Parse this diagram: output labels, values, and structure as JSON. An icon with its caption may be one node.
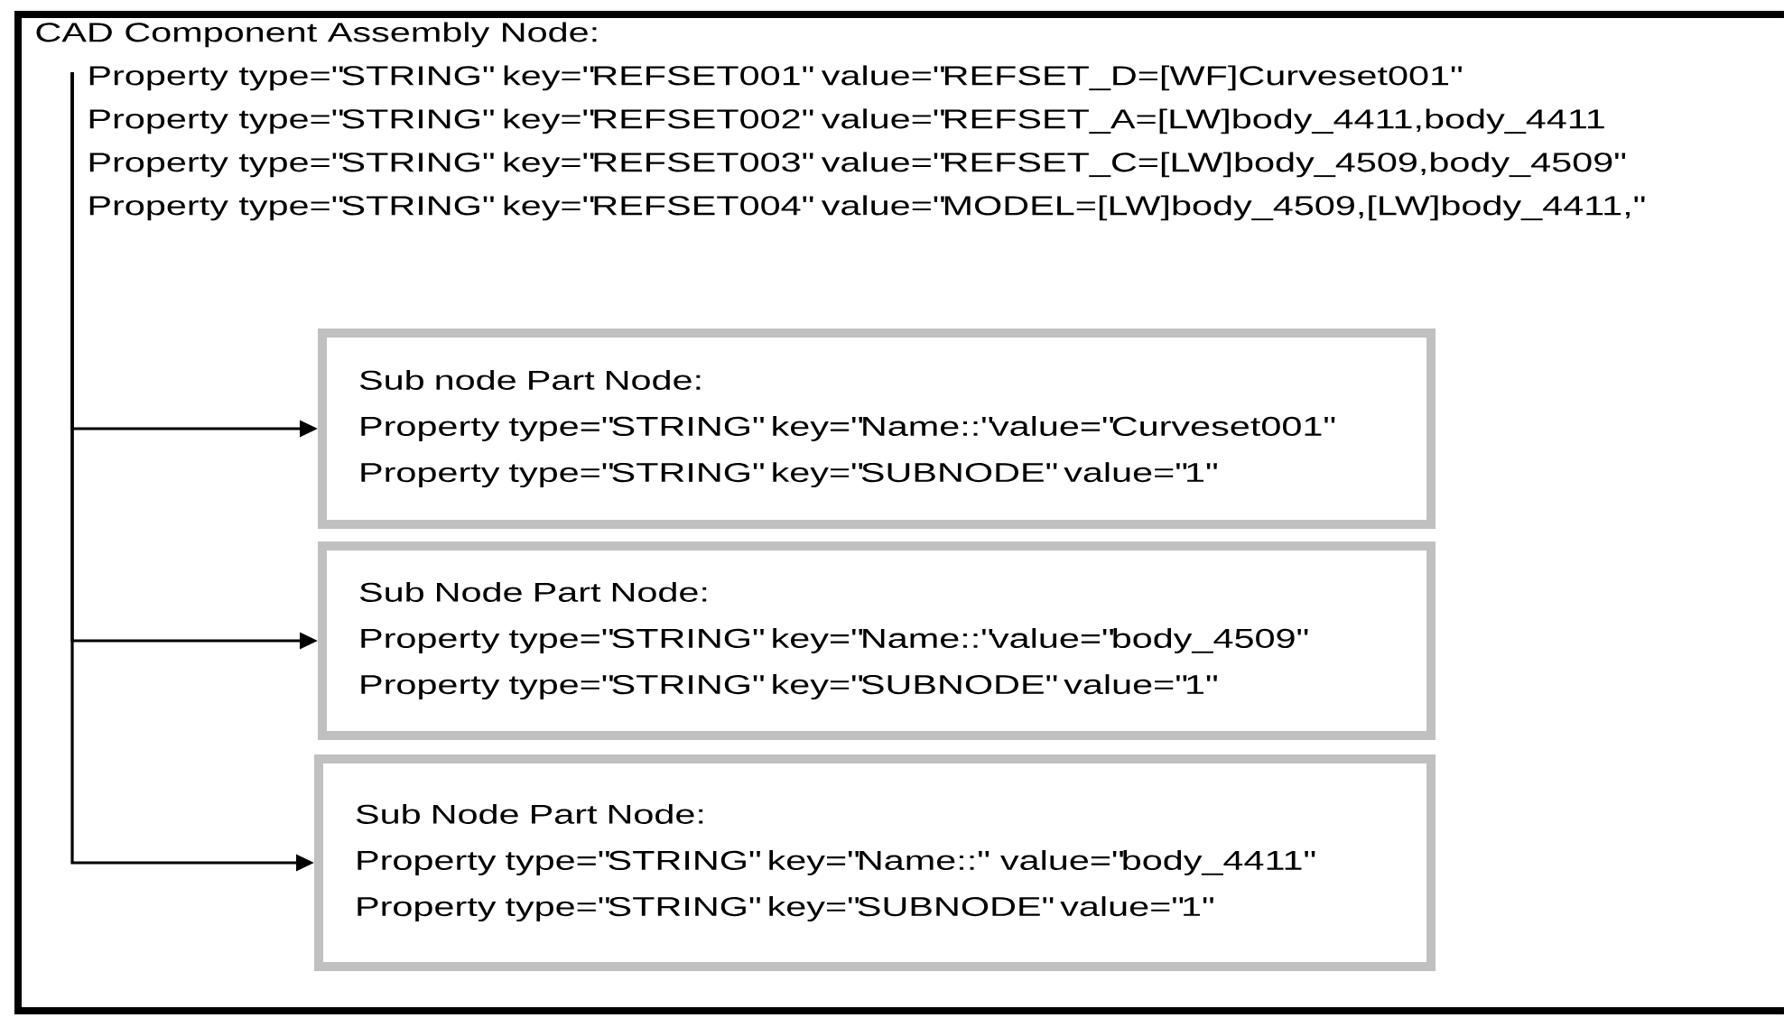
{
  "diagram": {
    "nodes": [
      {
        "text": [
          "CAD Component Assembly Node:",
          "Property type=\"STRING\" key=\"REFSET001\" value=\"REFSET_D=[WF]Curveset001\"",
          "Property type=\"STRING\" key=\"REFSET002\" value=\"REFSET_A=[LW]body_4411,body_4411",
          "Property type=\"STRING\" key=\"REFSET003\" value=\"REFSET_C=[LW]body_4509,body_4509\"",
          "Property type=\"STRING\" key=\"REFSET004\" value=\"MODEL=[LW]body_4509,[LW]body_4411,\""
        ]
      },
      {
        "text": [
          "Sub node Part Node:",
          "Property type=\"STRING\" key=\"Name::\"value=\"Curveset001\"",
          "Property type=\"STRING\" key=\"SUBNODE\" value=\"1\""
        ],
        "in": 0
      },
      {
        "text": [
          "Sub Node Part Node:",
          "Property type=\"STRING\" key=\"Name::\"value=\"body_4509\"",
          "Property type=\"STRING\" key=\"SUBNODE\" value=\"1\""
        ],
        "in": 0
      },
      {
        "text": [
          "Sub Node Part Node:",
          "Property type=\"STRING\" key=\"Name::\" value=\"body_4411\"",
          "Property type=\"STRING\" key=\"SUBNODE\" value=\"1\""
        ],
        "in": 0
      }
    ],
    "edges": [
      {
        "from": 0,
        "to": 1,
        "arrow": "to"
      },
      {
        "from": 0,
        "to": 2,
        "arrow": "to"
      },
      {
        "from": 0,
        "to": 3,
        "arrow": "to"
      }
    ]
  }
}
